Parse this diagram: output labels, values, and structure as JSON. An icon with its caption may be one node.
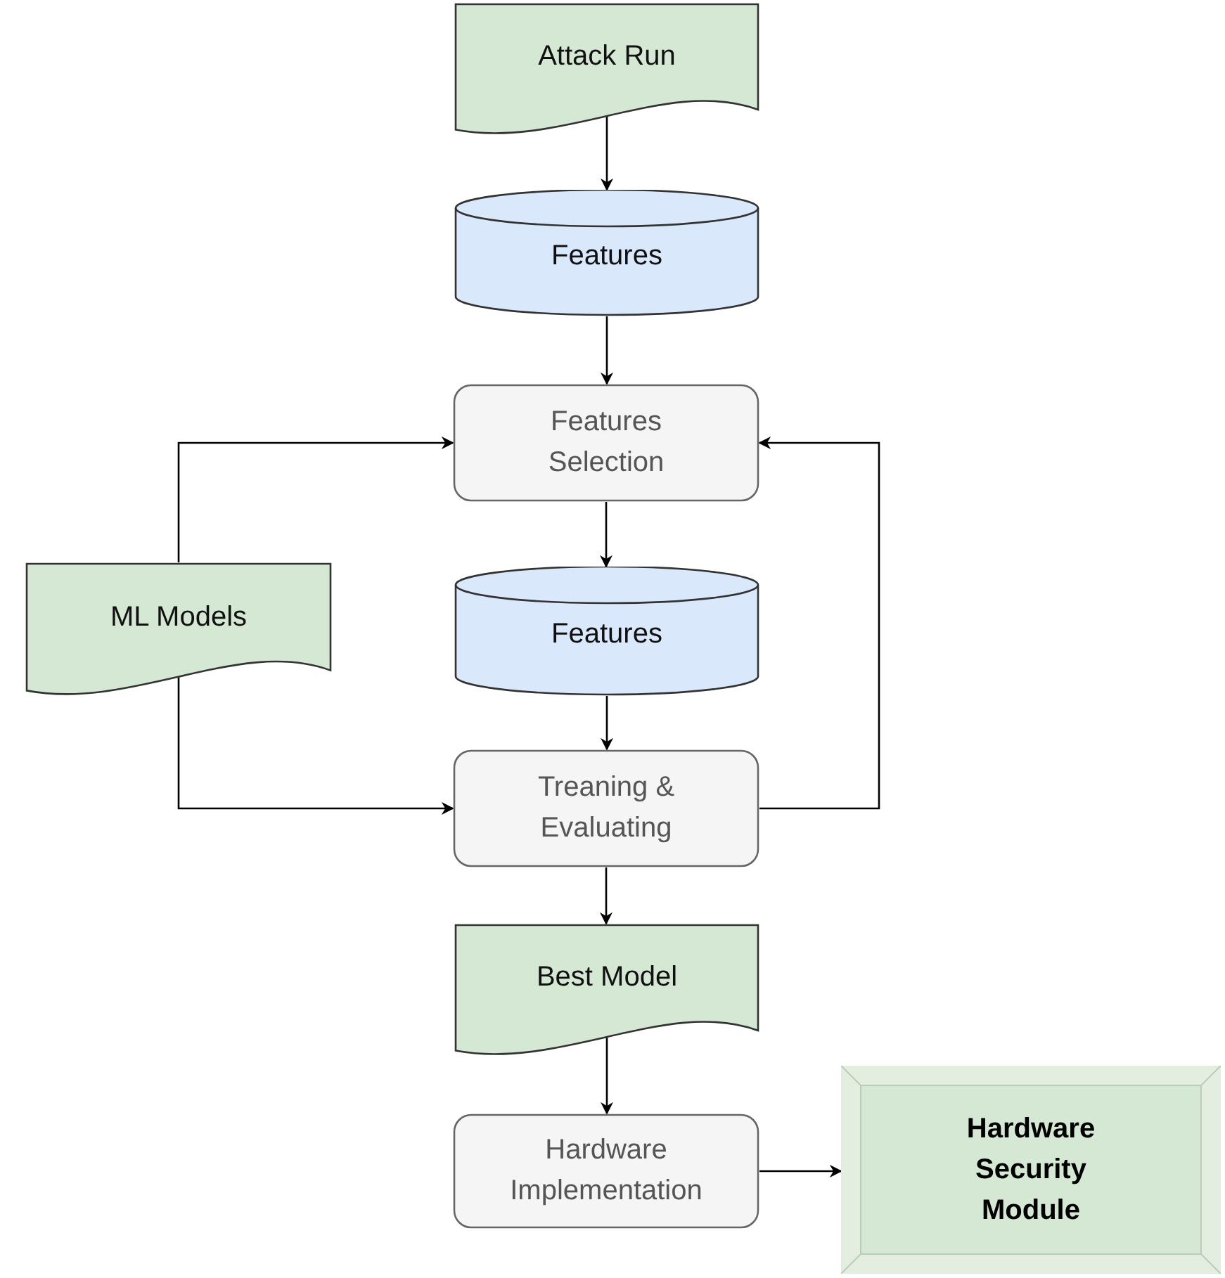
{
  "diagram": {
    "nodes": [
      {
        "text": [
          "Attack Run"
        ]
      },
      {
        "text": [
          "Features"
        ]
      },
      {
        "text": [
          "Features Selection"
        ]
      },
      {
        "text": [
          "ML Models"
        ]
      },
      {
        "text": [
          "Features"
        ]
      },
      {
        "text": [
          "Treaning & Evaluating"
        ]
      },
      {
        "text": [
          "Best Model"
        ]
      },
      {
        "text": [
          "Hardware Implementation"
        ]
      },
      {
        "text": [
          "Hardware Security Module"
        ]
      }
    ],
    "edges": [
      {
        "from": 0,
        "to": 1,
        "arrow": "to"
      },
      {
        "from": 1,
        "to": 2,
        "arrow": "to"
      },
      {
        "from": 2,
        "to": 4,
        "arrow": "to"
      },
      {
        "from": 4,
        "to": 5,
        "arrow": "to"
      },
      {
        "from": 5,
        "to": 6,
        "arrow": "to"
      },
      {
        "from": 6,
        "to": 7,
        "arrow": "to"
      },
      {
        "from": 7,
        "to": 8,
        "arrow": "to"
      },
      {
        "from": 3,
        "to": 2,
        "arrow": "to"
      },
      {
        "from": 3,
        "to": 5,
        "arrow": "to"
      },
      {
        "from": 5,
        "to": 2,
        "arrow": "to"
      }
    ]
  }
}
